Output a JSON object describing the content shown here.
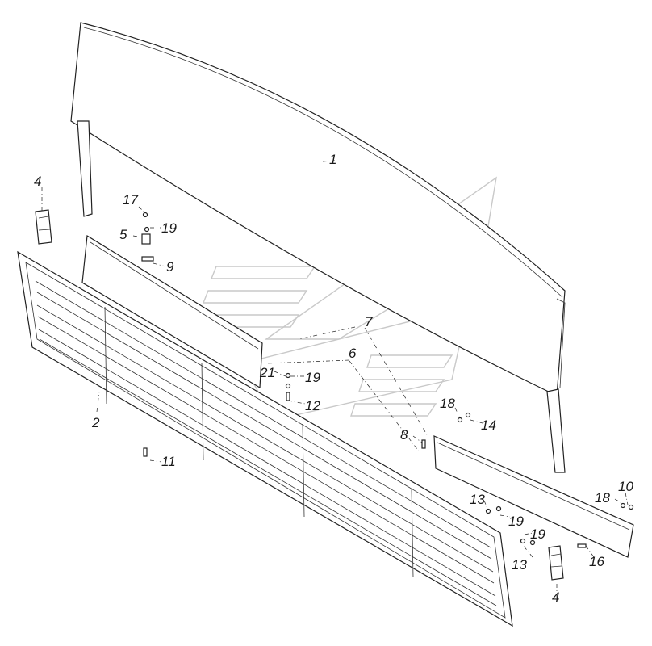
{
  "diagram": {
    "labels": [
      {
        "id": "l1",
        "text": "1"
      },
      {
        "id": "l2",
        "text": "2"
      },
      {
        "id": "l4a",
        "text": "4"
      },
      {
        "id": "l4b",
        "text": "4"
      },
      {
        "id": "l5",
        "text": "5"
      },
      {
        "id": "l6",
        "text": "6"
      },
      {
        "id": "l7",
        "text": "7"
      },
      {
        "id": "l8",
        "text": "8"
      },
      {
        "id": "l9",
        "text": "9"
      },
      {
        "id": "l10",
        "text": "10"
      },
      {
        "id": "l11",
        "text": "11"
      },
      {
        "id": "l12",
        "text": "12"
      },
      {
        "id": "l13a",
        "text": "13"
      },
      {
        "id": "l13b",
        "text": "13"
      },
      {
        "id": "l14",
        "text": "14"
      },
      {
        "id": "l16",
        "text": "16"
      },
      {
        "id": "l17",
        "text": "17"
      },
      {
        "id": "l18a",
        "text": "18"
      },
      {
        "id": "l18b",
        "text": "18"
      },
      {
        "id": "l19a",
        "text": "19"
      },
      {
        "id": "l19b",
        "text": "19"
      },
      {
        "id": "l19c",
        "text": "19"
      },
      {
        "id": "l19d",
        "text": "19"
      },
      {
        "id": "l21",
        "text": "21"
      }
    ]
  }
}
